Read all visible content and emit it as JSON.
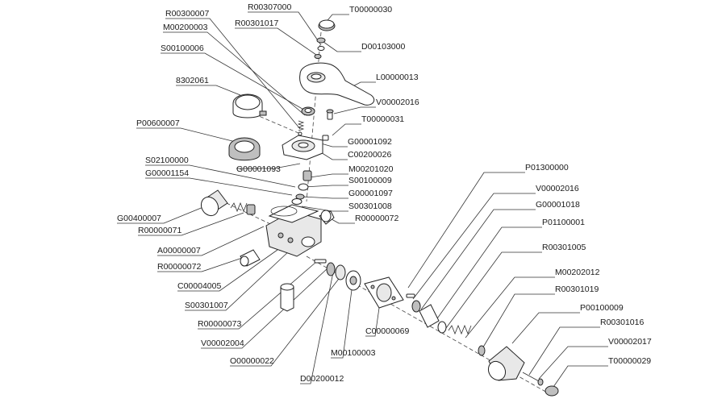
{
  "diagram": {
    "labels": {
      "R00307000": "R00307000",
      "T00000030": "T00000030",
      "R00300007": "R00300007",
      "R00301017": "R00301017",
      "M00200003": "M00200003",
      "D00103000": "D00103000",
      "S00100006": "S00100006",
      "L00000013": "L00000013",
      "8302061": "8302061",
      "V00002016a": "V00002016",
      "T00000031": "T00000031",
      "P00600007": "P00600007",
      "G00001092": "G00001092",
      "C00200026": "C00200026",
      "S02100000": "S02100000",
      "G00001093": "G00001093",
      "M00201020": "M00201020",
      "G00001154": "G00001154",
      "S00100009": "S00100009",
      "G00001097": "G00001097",
      "S00301008": "S00301008",
      "G00400007": "G00400007",
      "R00000072a": "R00000072",
      "R00000071": "R00000071",
      "A00000007": "A00000007",
      "R00000072b": "R00000072",
      "C00004005": "C00004005",
      "S00301007": "S00301007",
      "R00000073": "R00000073",
      "V00002004": "V00002004",
      "O00000022": "O00000022",
      "D00200012": "D00200012",
      "M00100003": "M00100003",
      "C00000069": "C00000069",
      "P01300000": "P01300000",
      "V00002016b": "V00002016",
      "G00001018": "G00001018",
      "P01100001": "P01100001",
      "R00301005": "R00301005",
      "M00202012": "M00202012",
      "R00301019": "R00301019",
      "P00100009": "P00100009",
      "R00301016": "R00301016",
      "V00002017": "V00002017",
      "T00000029": "T00000029"
    }
  }
}
